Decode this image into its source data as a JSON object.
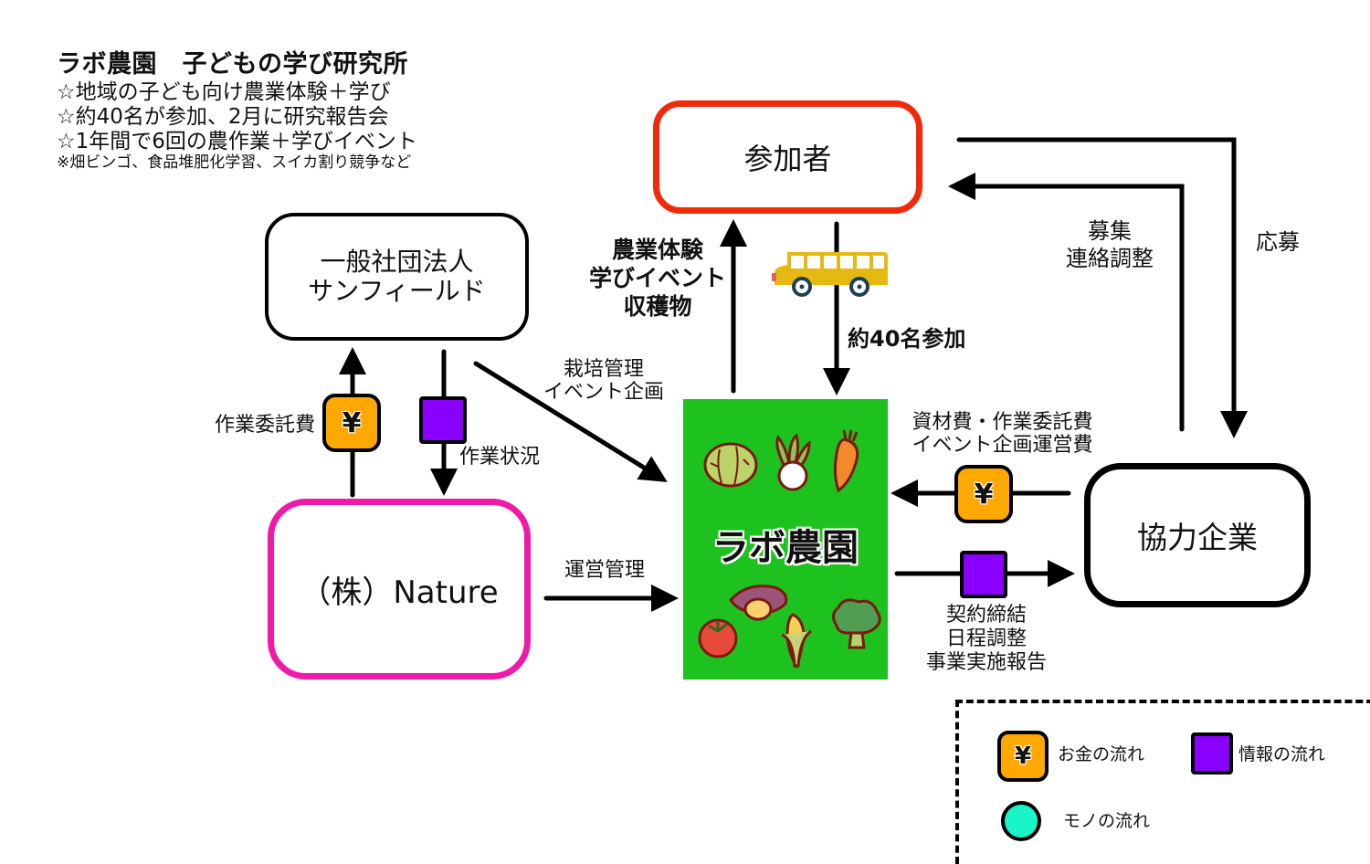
{
  "header": {
    "title": "ラボ農園　子どもの学び研究所",
    "lines": [
      "☆地域の子ども向け農業体験＋学び",
      "☆約40名が参加、2月に研究報告会",
      "☆1年間で6回の農作業＋学びイベント"
    ],
    "note": "※畑ビンゴ、食品堆肥化学習、スイカ割り競争など"
  },
  "nodes": {
    "participants": "参加者",
    "association": "一般社団法人\nサンフィールド",
    "nature": "（株）Nature",
    "farm": "ラボ農園",
    "partner": "協力企業"
  },
  "flows": {
    "farm_to_participants": "農業体験\n学びイベント\n収穫物",
    "participants_to_farm": "約40名参加",
    "partner_to_participants": "募集\n連絡調整",
    "participants_to_partner": "応募",
    "nature_to_association": "作業委託費",
    "association_to_nature": "作業状況",
    "association_to_farm": "栽培管理\nイベント企画",
    "nature_to_farm": "運営管理",
    "partner_to_farm": "資材費・作業委託費\nイベント企画運営費",
    "farm_to_partner": "契約締結\n日程調整\n事業実施報告"
  },
  "icons": {
    "yen_symbol": "¥"
  },
  "legend": {
    "money": "お金の流れ",
    "info": "情報の流れ",
    "goods": "モノの流れ"
  },
  "colors": {
    "participants_border": "#f02a0a",
    "nature_border": "#f01aa8",
    "farm_fill": "#1ec21e",
    "money_badge": "#ffa800",
    "info_badge": "#8a00ff",
    "goods_dot": "#19f5c9",
    "bus": "#e5b812"
  }
}
